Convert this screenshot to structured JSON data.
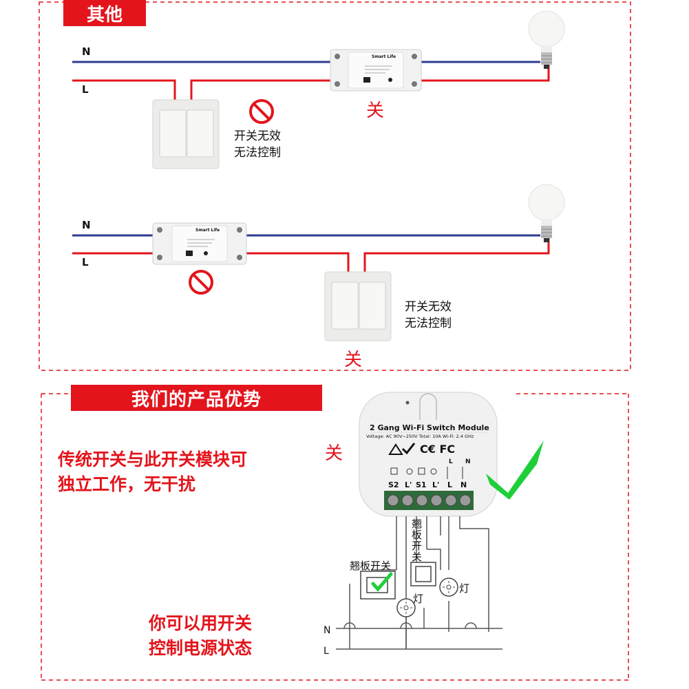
{
  "section_other": {
    "tag": "其他",
    "diagram1": {
      "wire_n": "N",
      "wire_l": "L",
      "switch_state": "关",
      "note_line1": "开关无效",
      "note_line2": "无法控制",
      "module_brand": "Smart Life"
    },
    "diagram2": {
      "wire_n": "N",
      "wire_l": "L",
      "switch_state": "关",
      "note_line1": "开关无效",
      "note_line2": "无法控制",
      "module_brand": "Smart Life"
    }
  },
  "section_advantage": {
    "tag": "我们的产品优势",
    "text1_line1": "传统开关与此开关模块可",
    "text1_line2": "独立工作，无干扰",
    "text2_line1": "你可以用开关",
    "text2_line2": "控制电源状态",
    "switch_state": "关",
    "module": {
      "title": "2 Gang Wi-Fi Switch Module",
      "spec": "Voltage: AC 90V~250V  Total: 10A  Wi-Fi: 2.4 GHz",
      "certs": "C€ FC",
      "terminals": [
        "S2",
        "L'",
        "S1",
        "L'",
        "L",
        "N"
      ],
      "top_marks": [
        "L",
        "N"
      ]
    },
    "wiring": {
      "rocker_switch_1": "翘板开关",
      "rocker_switch_2": "翘板开关",
      "lamp_1": "灯",
      "lamp_2": "灯",
      "bus_n": "N",
      "bus_l": "L"
    }
  },
  "colors": {
    "accent": "#e3141c",
    "neutral_wire": "#2b3a8f",
    "live_wire": "#e3141c",
    "check": "#1fcf3a"
  }
}
